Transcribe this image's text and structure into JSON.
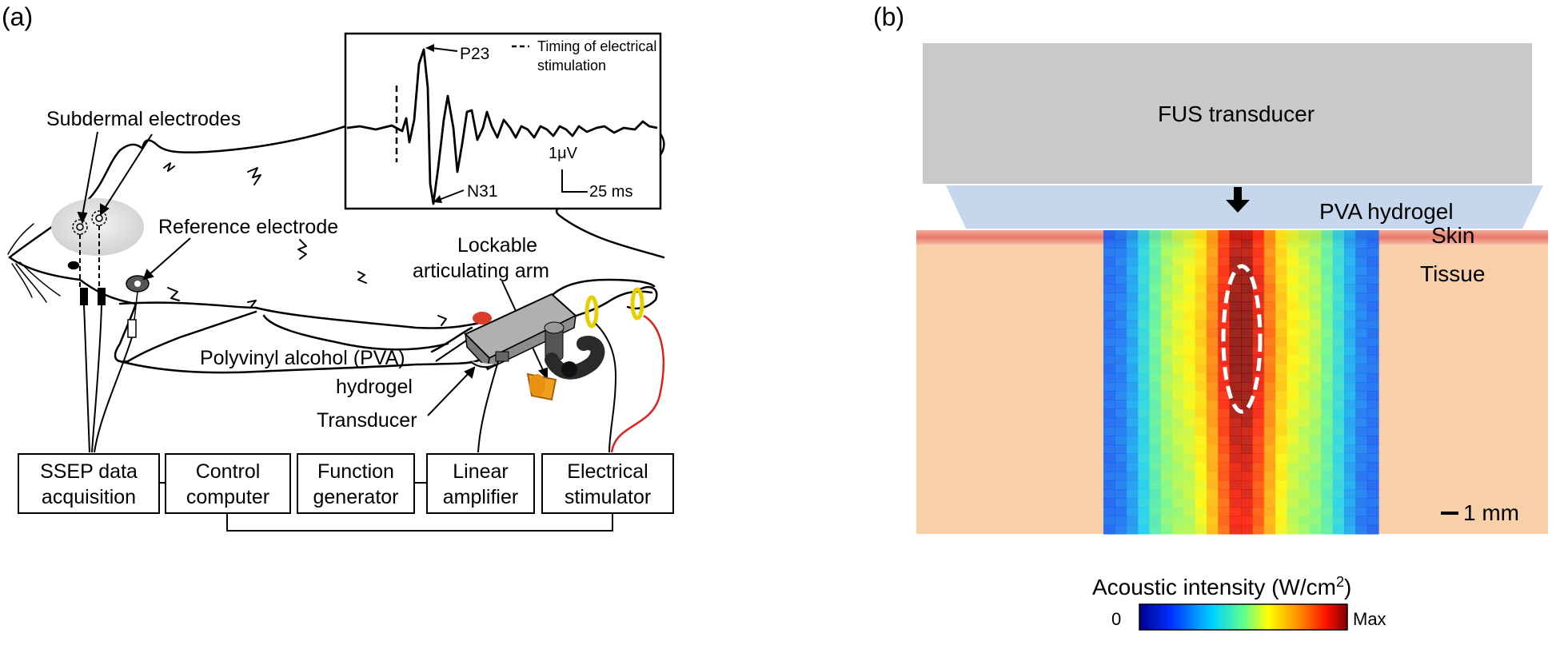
{
  "panel_a": {
    "label": "(a)",
    "subdermal_electrodes": "Subdermal electrodes",
    "reference_electrode": "Reference electrode",
    "lockable_line1": "Lockable",
    "lockable_line2": "articulating arm",
    "pva_line1": "Polyvinyl alcohol (PVA)",
    "pva_line2": "hydrogel",
    "transducer": "Transducer",
    "inset": {
      "p23": "P23",
      "n31": "N31",
      "timing_line1": "Timing of electrical",
      "timing_line2": "stimulation",
      "scale_v": "1μV",
      "scale_t": "25 ms"
    },
    "boxes": [
      {
        "line1": "SSEP data",
        "line2": "acquisition"
      },
      {
        "line1": "Control",
        "line2": "computer"
      },
      {
        "line1": "Function",
        "line2": "generator"
      },
      {
        "line1": "Linear",
        "line2": "amplifier"
      },
      {
        "line1": "Electrical",
        "line2": "stimulator"
      }
    ]
  },
  "panel_b": {
    "label": "(b)",
    "transducer": "FUS transducer",
    "hydrogel": "PVA hydrogel",
    "skin": "Skin",
    "tissue": "Tissue",
    "scale": "1 mm",
    "colorbar_title": "Acoustic intensity (W/cm",
    "colorbar_title_sup": "2",
    "colorbar_title_end": ")",
    "colorbar_min": "0",
    "colorbar_max": "Max"
  },
  "colors": {
    "transducer_fill": "#c9c9c9",
    "hydrogel_fill": "#c6d6ec",
    "tissue_fill": "#f7cfa9",
    "skin_fill": "#ef8f80",
    "stimulator_wire": "#e0201e",
    "ring": "#e8d000",
    "arm": "#2a2a2a",
    "knob": "#f0a020"
  }
}
